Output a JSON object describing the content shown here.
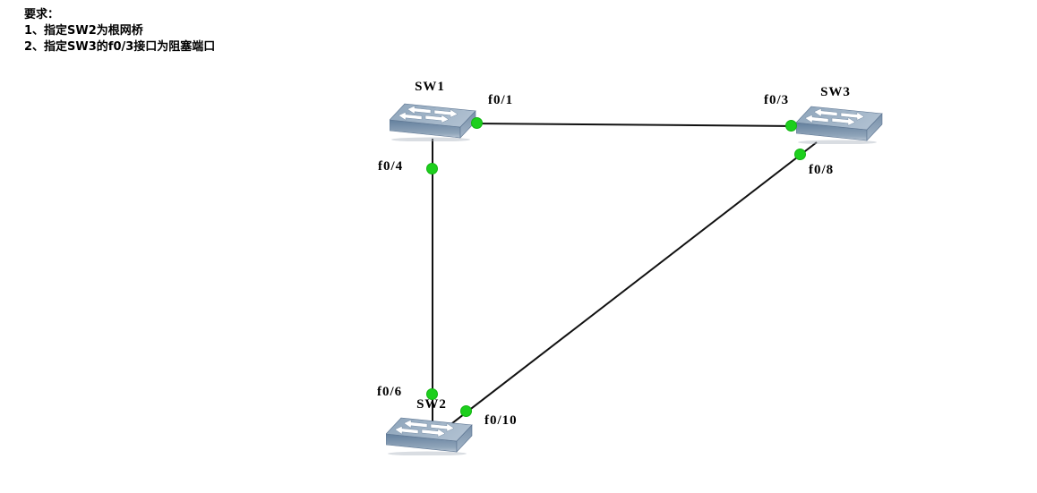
{
  "requirements": {
    "title": "要求：",
    "items": [
      "1、指定SW2为根网桥",
      "2、指定SW3的f0/3接口为阻塞端口"
    ]
  },
  "topology": {
    "nodes": [
      {
        "name": "SW1",
        "type": "switch"
      },
      {
        "name": "SW2",
        "type": "switch"
      },
      {
        "name": "SW3",
        "type": "switch"
      }
    ],
    "ports": [
      {
        "label": "f0/1",
        "device": "SW1",
        "status": "up"
      },
      {
        "label": "f0/3",
        "device": "SW3",
        "status": "up"
      },
      {
        "label": "f0/4",
        "device": "SW1",
        "status": "up"
      },
      {
        "label": "f0/6",
        "device": "SW2",
        "status": "up"
      },
      {
        "label": "f0/8",
        "device": "SW3",
        "status": "up"
      },
      {
        "label": "f0/10",
        "device": "SW2",
        "status": "up"
      }
    ],
    "links": [
      {
        "from": "SW1 f0/1",
        "to": "SW3 f0/3"
      },
      {
        "from": "SW1 f0/4",
        "to": "SW2 f0/6"
      },
      {
        "from": "SW3 f0/8",
        "to": "SW2 f0/10"
      }
    ],
    "port_status_color": "#1dcf1d",
    "link_color": "#111111"
  }
}
